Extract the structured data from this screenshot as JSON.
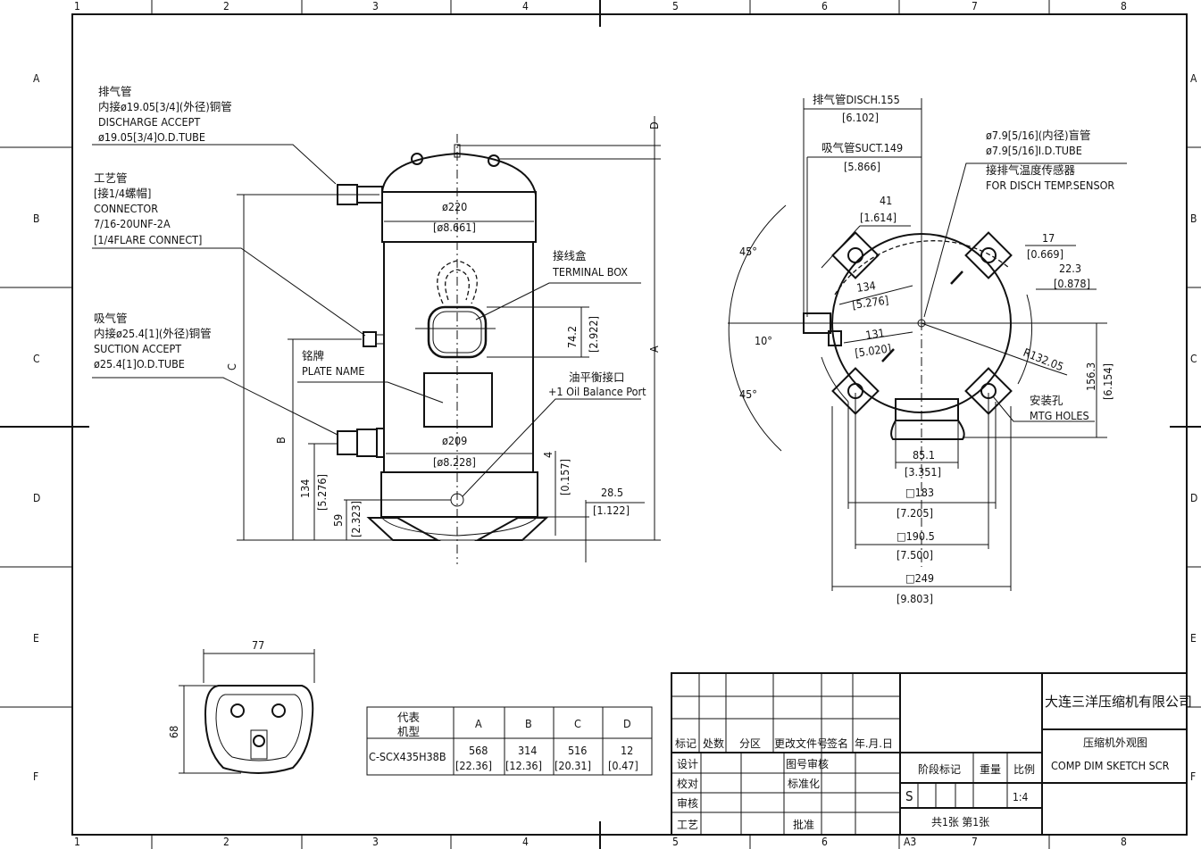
{
  "border": {
    "columns": [
      "1",
      "2",
      "3",
      "4",
      "5",
      "6",
      "7",
      "8"
    ],
    "rows": [
      "A",
      "B",
      "C",
      "D",
      "E",
      "F"
    ],
    "sheet_size": "A3"
  },
  "side_view": {
    "discharge": {
      "cn1": "排气管",
      "cn2": "内接ø19.05[3/4](外径)铜管",
      "en1": "DISCHARGE ACCEPT",
      "en2": "ø19.05[3/4]O.D.TUBE"
    },
    "connector": {
      "cn1": "工艺管",
      "cn2": "[接1/4螺帽]",
      "en1": "CONNECTOR",
      "en2": "7/16-20UNF-2A",
      "en3": "[1/4FLARE CONNECT]"
    },
    "suction": {
      "cn1": "吸气管",
      "cn2": "内接ø25.4[1](外径)铜管",
      "en1": "SUCTION ACCEPT",
      "en2": "ø25.4[1]O.D.TUBE"
    },
    "plate": {
      "cn": "铭牌",
      "en": "PLATE NAME"
    },
    "terminal": {
      "cn": "接线盒",
      "en": "TERMINAL BOX"
    },
    "oil": {
      "cn": "油平衡接口",
      "en": "+1 Oil Balance Port"
    },
    "dims": {
      "d220": "ø220",
      "d220_in": "[ø8.661]",
      "d209": "ø209",
      "d209_in": "[ø8.228]",
      "tb": "74.2",
      "tb_in": "[2.922]",
      "h134": "134",
      "h134_in": "[5.276]",
      "h59": "59",
      "h59_in": "[2.323]",
      "h4": "4",
      "h4_in": "[0.157]",
      "f28": "28.5",
      "f28_in": "[1.122]",
      "A": "A",
      "B": "B",
      "C": "C",
      "D": "D"
    }
  },
  "top_view": {
    "disch": "排气管DISCH.155",
    "disch_in": "[6.102]",
    "suct": "吸气管SUCT.149",
    "suct_in": "[5.866]",
    "tube_cn": "ø7.9[5/16](内径)盲管",
    "tube_en": "ø7.9[5/16]I.D.TUBE",
    "sensor_cn": "接排气温度传感器",
    "sensor_en": "FOR DISCH TEMP.SENSOR",
    "d41": "41",
    "d41_in": "[1.614]",
    "d17": "17",
    "d17_in": "[0.669]",
    "d22": "22.3",
    "d22_in": "[0.878]",
    "d134": "134",
    "d134_in": "[5.276]",
    "d131": "131",
    "d131_in": "[5.020]",
    "r132": "R132.05",
    "h156": "156.3",
    "h156_in": "[6.154]",
    "a45a": "45°",
    "a45b": "45°",
    "a10": "10°",
    "mtg_cn": "安装孔",
    "mtg_en": "MTG HOLES",
    "w85": "85.1",
    "w85_in": "[3.351]",
    "sq183": "□183",
    "sq183_in": "[7.205]",
    "sq190": "□190.5",
    "sq190_in": "[7.500]",
    "sq249": "□249",
    "sq249_in": "[9.803]"
  },
  "foot_view": {
    "w": "77",
    "h": "68"
  },
  "model_table": {
    "header": [
      "代表\n机型",
      "A",
      "B",
      "C",
      "D"
    ],
    "header_model_1": "代表",
    "header_model_2": "机型",
    "cols": [
      "A",
      "B",
      "C",
      "D"
    ],
    "model": "C-SCX435H38B",
    "values": [
      "568",
      "314",
      "516",
      "12"
    ],
    "values_in": [
      "[22.36]",
      "[12.36]",
      "[20.31]",
      "[0.47]"
    ]
  },
  "title_block": {
    "rev_headers": [
      "标记",
      "处数",
      "分区",
      "更改文件号",
      "签名",
      "年.月.日"
    ],
    "roles": [
      "设计",
      "校对",
      "审核",
      "工艺"
    ],
    "roles2": [
      "图号审核",
      "标准化",
      "",
      "批准"
    ],
    "stage": "阶段标记",
    "weight": "重量",
    "scale_label": "比例",
    "stage_value": "S",
    "scale_value": "1:4",
    "sheets": "共1张  第1张",
    "company": "大连三洋压缩机有限公司",
    "drawing_cn": "压缩机外观图",
    "drawing_en": "COMP DIM SKETCH SCR"
  }
}
